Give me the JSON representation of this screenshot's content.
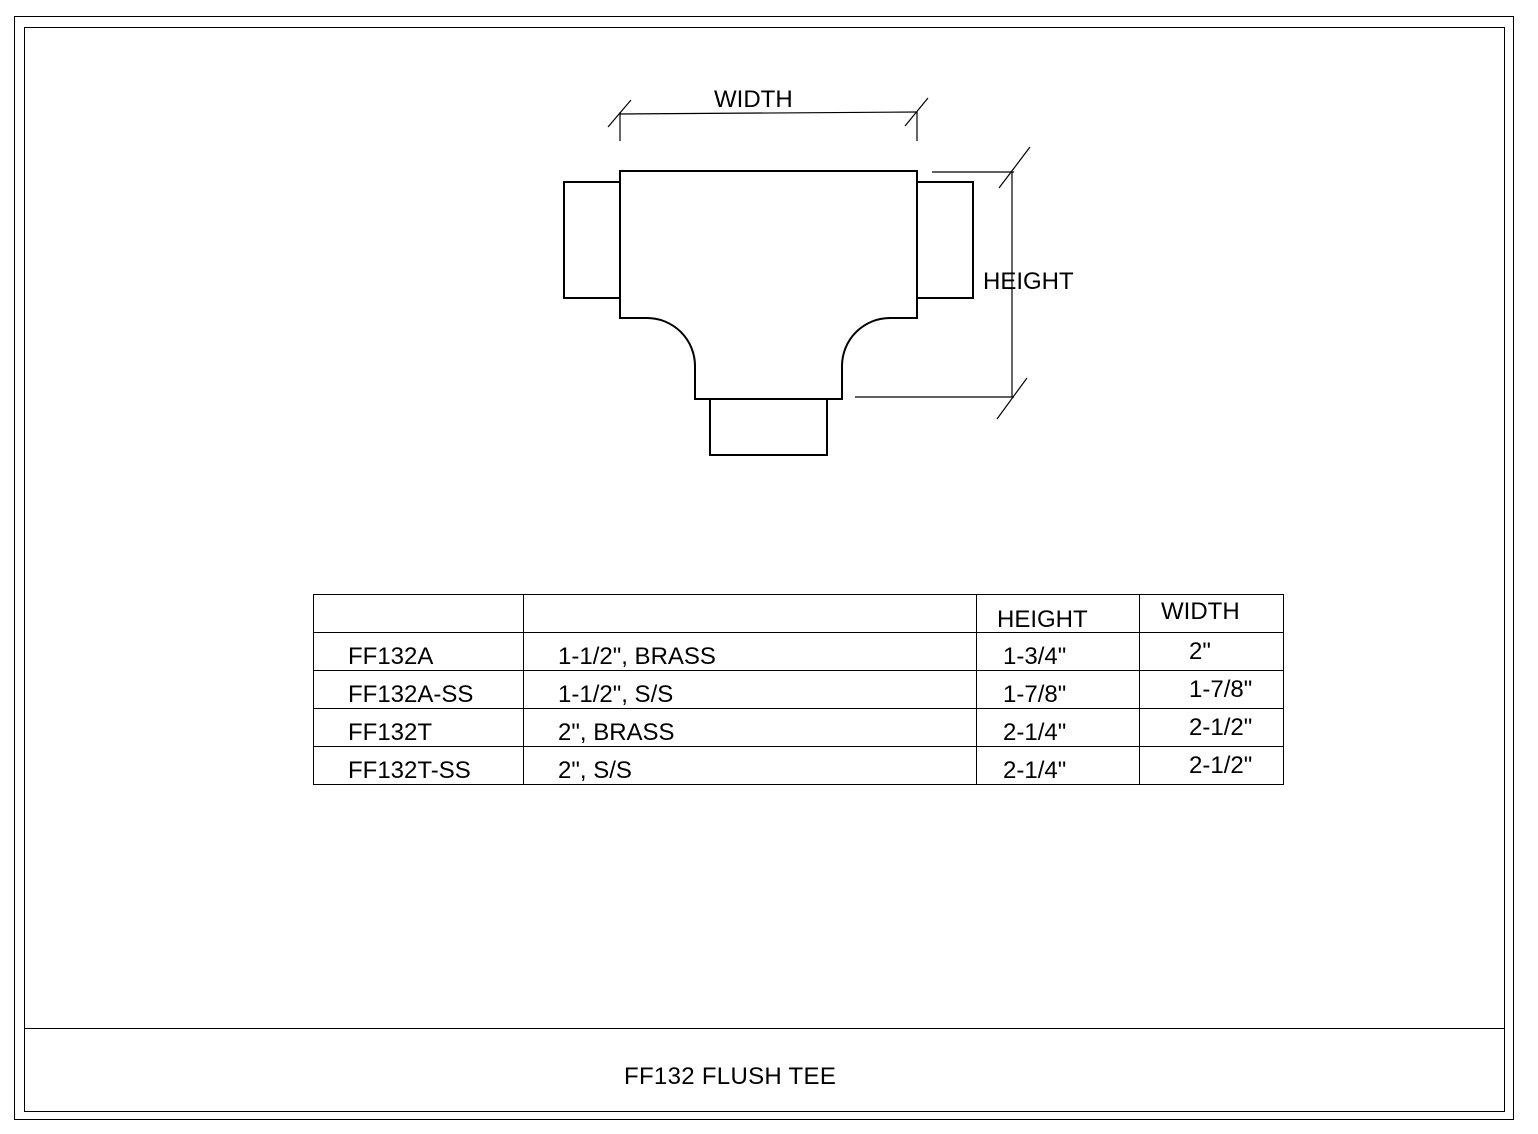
{
  "drawing": {
    "width_label": "WIDTH",
    "height_label": "HEIGHT"
  },
  "table": {
    "headers": [
      "",
      "",
      "HEIGHT",
      "WIDTH"
    ],
    "rows": [
      {
        "part": "FF132A",
        "description": "1-1/2\", BRASS",
        "height": "1-3/4\"",
        "width": "2\""
      },
      {
        "part": "FF132A-SS",
        "description": "1-1/2\", S/S",
        "height": "1-7/8\"",
        "width": "1-7/8\""
      },
      {
        "part": "FF132T",
        "description": "2\", BRASS",
        "height": "2-1/4\"",
        "width": "2-1/2\""
      },
      {
        "part": "FF132T-SS",
        "description": "2\", S/S",
        "height": "2-1/4\"",
        "width": "2-1/2\""
      }
    ]
  },
  "title_block": {
    "title": "FF132 FLUSH TEE"
  }
}
